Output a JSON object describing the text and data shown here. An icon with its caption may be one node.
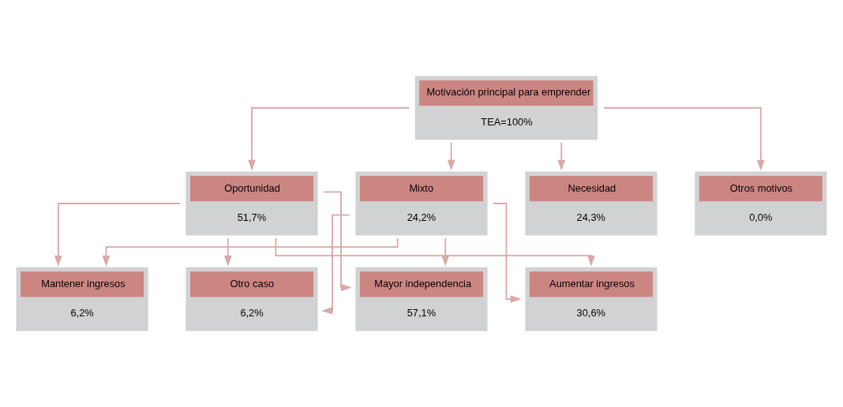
{
  "diagram": {
    "nodes": [
      {
        "text": [
          "Motivación principal para emprender",
          "TEA=100%"
        ]
      },
      {
        "text": [
          "Oportunidad",
          "51,7%"
        ]
      },
      {
        "text": [
          "Necesidad",
          "24,3%"
        ]
      },
      {
        "text": [
          "Mixto",
          "24,2%"
        ]
      },
      {
        "text": [
          "Otros motivos",
          "0,0%"
        ]
      },
      {
        "text": [
          "Mayor independencia",
          "57,1%"
        ]
      },
      {
        "text": [
          "Aumentar ingresos",
          "30,6%"
        ]
      },
      {
        "text": [
          "Mantener ingresos",
          "6,2%"
        ]
      },
      {
        "text": [
          "Otro caso",
          "6,2%"
        ]
      }
    ],
    "edges": [
      {
        "from": 0,
        "to": 1,
        "arrow": "to"
      },
      {
        "from": 0,
        "to": 2,
        "arrow": "to"
      },
      {
        "from": 0,
        "to": 3,
        "arrow": "to"
      },
      {
        "from": 0,
        "to": 4,
        "arrow": "to"
      },
      {
        "from": 1,
        "to": 5,
        "arrow": "to"
      },
      {
        "from": 1,
        "to": 6,
        "arrow": "to"
      },
      {
        "from": 1,
        "to": 7,
        "arrow": "to"
      },
      {
        "from": 1,
        "to": 8,
        "arrow": "to"
      },
      {
        "from": 3,
        "to": 5,
        "arrow": "to"
      },
      {
        "from": 3,
        "to": 6,
        "arrow": "to"
      },
      {
        "from": 3,
        "to": 7,
        "arrow": "to"
      },
      {
        "from": 3,
        "to": 8,
        "arrow": "to"
      }
    ]
  }
}
